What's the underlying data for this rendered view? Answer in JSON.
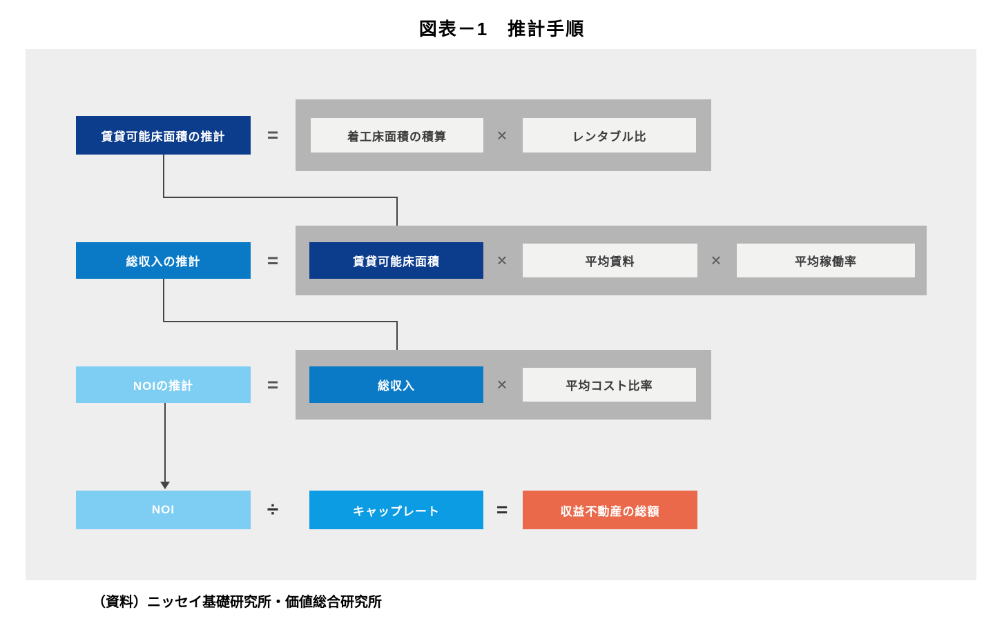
{
  "page": {
    "title": "図表－1　推計手順",
    "source": "（資料）ニッセイ基礎研究所・価値総合研究所"
  },
  "colors": {
    "panel_bg": "#eeeeee",
    "container_gray": "#b5b5b5",
    "dark_navy": "#0c3c8c",
    "medium_blue": "#0a7ac6",
    "light_blue": "#7ecdf2",
    "cyan_blue": "#0c9ce4",
    "orange": "#e9694a",
    "white_box": "#f2f2f1",
    "connector": "#444444"
  },
  "rows": [
    {
      "label": "賃貸可能床面積の推計",
      "eq": "=",
      "box1": "着工床面積の積算",
      "op1": "×",
      "box2": "レンタブル比"
    },
    {
      "label": "総収入の推計",
      "eq": "=",
      "box1": "賃貸可能床面積",
      "op1": "×",
      "box2": "平均賃料",
      "op2": "×",
      "box3": "平均稼働率"
    },
    {
      "label": "NOIの推計",
      "eq": "=",
      "box1": "総収入",
      "op1": "×",
      "box2": "平均コスト比率"
    },
    {
      "label": "NOI",
      "divide": "÷",
      "box_cap": "キャップレート",
      "eq": "=",
      "box_total": "収益不動産の総額"
    }
  ]
}
